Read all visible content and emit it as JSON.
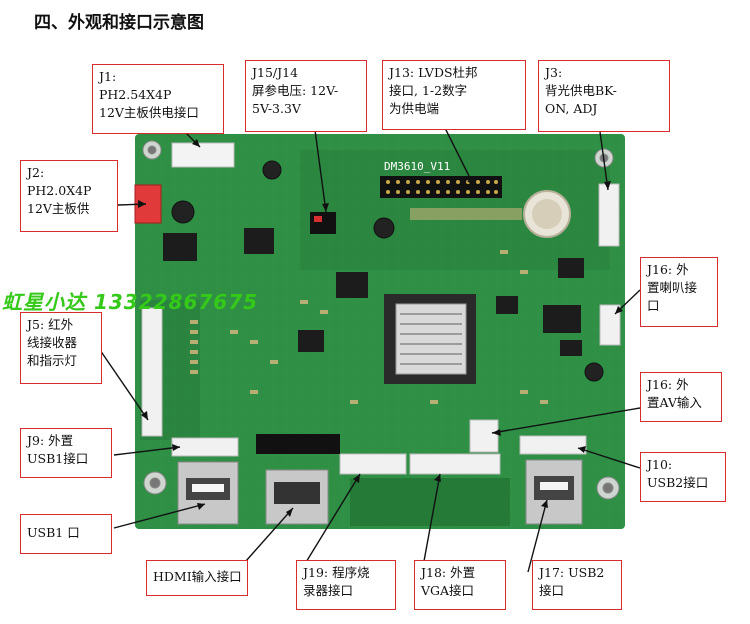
{
  "title": "四、外观和接口示意图",
  "board_label": "DM3610_V11",
  "watermark": "虹星小达 13322867675",
  "callouts": {
    "j1": "J1:\nPH2.54X4P\n12V主板供电接口",
    "j15": "J15/J14\n屏参电压: 12V-\n5V-3.3V",
    "j13": "J13: LVDS杜邦\n接口, 1-2数字\n为供电端",
    "j3": "J3:\n背光供电BK-\nON, ADJ",
    "j2": "J2:\nPH2.0X4P\n12V主板供",
    "j16_speaker": "J16: 外\n置喇叭接\n口",
    "j5": "J5: 红外\n线接收器\n和指示灯",
    "j16_av": "J16: 外\n置AV输入",
    "j9": "J9: 外置\nUSB1接口",
    "j10": "J10:\nUSB2接口",
    "usb1": "USB1 口",
    "hdmi": "HDMI输入接口",
    "j19": "J19: 程序烧\n录器接口",
    "j18": "J18: 外置\nVGA接口",
    "j17": "J17: USB2\n接口"
  },
  "colors": {
    "pcb": "#2e8f45",
    "pcb_dark": "#1f6a32",
    "callout_border": "#d92b2b",
    "watermark": "#35c919"
  }
}
